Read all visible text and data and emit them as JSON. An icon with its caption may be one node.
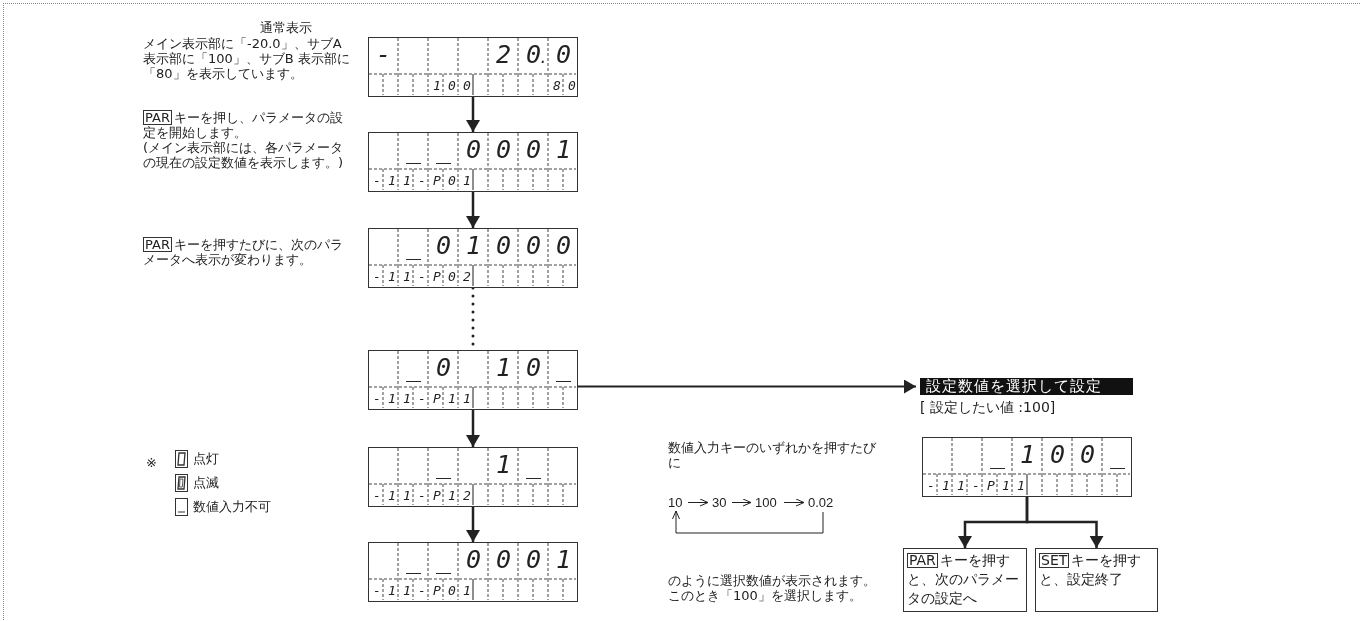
{
  "diagram": {
    "nodes": [
      {
        "text": [
          "-",
          "2 0. 0",
          "1 0 0",
          "8 0"
        ],
        "beside": [
          "通常表示",
          "メイン表示部に「-20.0」、サブA 表示部に「100」、サブB 表示部に「80」を表示しています。"
        ]
      },
      {
        "text": [
          "_ _ 0 0 0 1",
          "- 1 1 - P 0 1"
        ],
        "beside": [
          "PAR",
          "キーを押し、パラメータの設定を開始します。",
          "(メイン表示部には、各パラメータの現在の設定数値を表示します。)"
        ]
      },
      {
        "text": [
          "_ 0 1 0 0 0",
          "- 1 1 - P 0 2"
        ],
        "beside": [
          "PAR",
          "キーを押すたびに、次のパラメータへ表示が変わります。"
        ]
      },
      {
        "text": [
          "_ 0",
          "1 0 _",
          "- 1 1 - P 1 1"
        ]
      },
      {
        "text": [
          "_",
          "1 _",
          "- 1 1 - P 1 2"
        ]
      },
      {
        "text": [
          "_ _ 0 0 0 1",
          "- 1 1 - P 0 1"
        ]
      },
      {
        "text": [
          "設定数値を選択して設定"
        ],
        "beside": [
          "[ 設定したい値 :100]"
        ]
      },
      {
        "text": [
          "_ 1 0 0 _",
          "- 1 1 - P 1 1"
        ]
      },
      {
        "text": [
          "PAR",
          "キーを押すと、次のパラメータの設定へ"
        ]
      },
      {
        "text": [
          "SET",
          "キーを押すと、設定終了"
        ]
      },
      {
        "text": [
          "10"
        ]
      },
      {
        "text": [
          "30"
        ]
      },
      {
        "text": [
          "100"
        ]
      },
      {
        "text": [
          "0.02"
        ]
      }
    ],
    "edges": [
      {
        "from": 0,
        "to": 1,
        "arrow": "to"
      },
      {
        "from": 1,
        "to": 2,
        "arrow": "to"
      },
      {
        "from": 2,
        "to": 3,
        "arrow": "none",
        "style": "dashed"
      },
      {
        "from": 3,
        "to": 4,
        "arrow": "to"
      },
      {
        "from": 4,
        "to": 5,
        "arrow": "to"
      },
      {
        "from": 3,
        "to": 6,
        "arrow": "to"
      },
      {
        "from": 7,
        "to": 8,
        "arrow": "to"
      },
      {
        "from": 7,
        "to": 9,
        "arrow": "to"
      },
      {
        "from": 10,
        "to": 11,
        "arrow": "to"
      },
      {
        "from": 11,
        "to": 12,
        "arrow": "to"
      },
      {
        "from": 12,
        "to": 13,
        "arrow": "to"
      },
      {
        "from": 13,
        "to": 10,
        "arrow": "to"
      }
    ],
    "labels": [
      "数値入力キーのいずれかを押すたびに",
      "※",
      "のように選択数値が表示されます。このとき「100」を選択します。"
    ],
    "legend": [
      {
        "text": "点灯"
      },
      {
        "text": "点滅"
      },
      {
        "text": "数値入力不可"
      }
    ]
  }
}
